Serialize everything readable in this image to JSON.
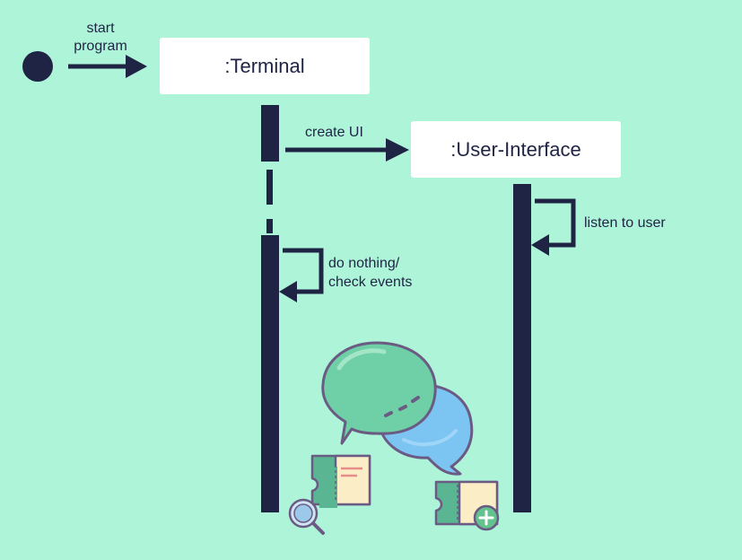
{
  "diagram": {
    "start_label": "start\nprogram",
    "terminal_label": ":Terminal",
    "ui_label": ":User-Interface",
    "create_ui_label": "create UI",
    "listen_label": "listen to user",
    "loop_label": "do nothing/\ncheck events"
  },
  "colors": {
    "background": "#aef4d9",
    "ink": "#1f2444",
    "box": "#ffffff",
    "bubble_green": "#6fcfa6",
    "bubble_blue": "#7cc4f2",
    "outline": "#6b5b84",
    "ticket_green": "#5ab592",
    "ticket_yellow": "#fbeec6",
    "plus_green": "#62c38f"
  },
  "icons": [
    "chat-bubbles-icon",
    "ticket-search-icon",
    "ticket-add-icon"
  ]
}
